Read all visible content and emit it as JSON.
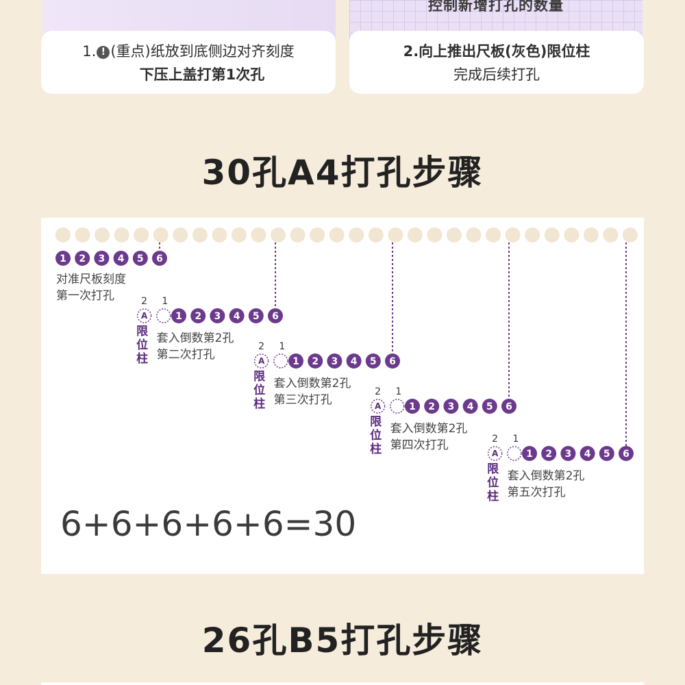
{
  "cards": [
    {
      "line1_prefix": "1.",
      "line1_icon": "exclamation-icon",
      "line1_rest": "(重点)纸放到底侧边对齐刻度",
      "line2": "下压上盖打第1次孔"
    },
    {
      "line1": "2.向上推出尺板(灰色)限位柱",
      "line2": "完成后续打孔",
      "top_caption": "控制新增打孔的数量"
    }
  ],
  "section_a4_title": "30孔A4打孔步骤",
  "section_b5_title": "26孔B5打孔步骤",
  "equation": "6+6+6+6+6=30",
  "colors": {
    "accent_purple": "#6b3a8c",
    "hole_beige": "#f1e6d2",
    "background": "#f5ecdc"
  },
  "holes_total": 30,
  "steps": [
    {
      "numbers": [
        "1",
        "2",
        "3",
        "4",
        "5",
        "6"
      ],
      "caption1": "对准尺板刻度",
      "caption2": "第一次打孔"
    },
    {
      "markers": [
        "2",
        "1"
      ],
      "marker_a": "A",
      "numbers": [
        "1",
        "2",
        "3",
        "4",
        "5",
        "6"
      ],
      "limit_label": "限位柱",
      "caption1": "套入倒数第2孔",
      "caption2": "第二次打孔"
    },
    {
      "markers": [
        "2",
        "1"
      ],
      "marker_a": "A",
      "numbers": [
        "1",
        "2",
        "3",
        "4",
        "5",
        "6"
      ],
      "limit_label": "限位柱",
      "caption1": "套入倒数第2孔",
      "caption2": "第三次打孔"
    },
    {
      "markers": [
        "2",
        "1"
      ],
      "marker_a": "A",
      "numbers": [
        "1",
        "2",
        "3",
        "4",
        "5",
        "6"
      ],
      "limit_label": "限位柱",
      "caption1": "套入倒数第2孔",
      "caption2": "第四次打孔"
    },
    {
      "markers": [
        "2",
        "1"
      ],
      "marker_a": "A",
      "numbers": [
        "1",
        "2",
        "3",
        "4",
        "5",
        "6"
      ],
      "limit_label": "限位柱",
      "caption1": "套入倒数第2孔",
      "caption2": "第五次打孔"
    }
  ]
}
